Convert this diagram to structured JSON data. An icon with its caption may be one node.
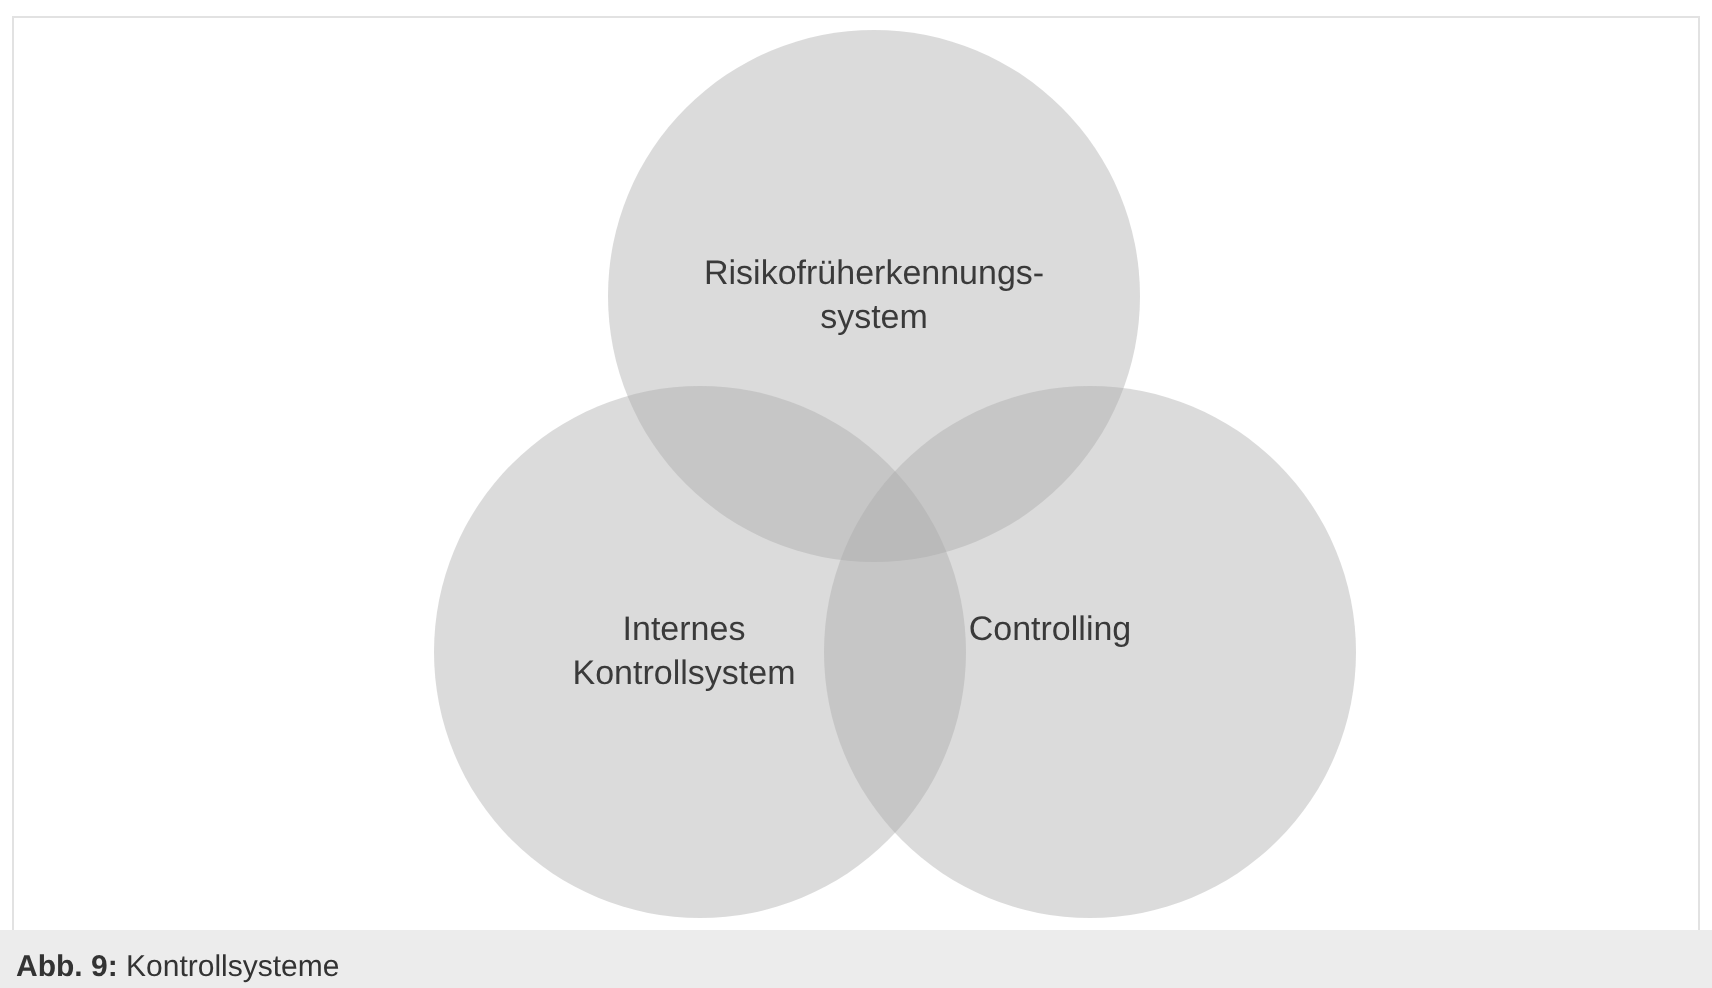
{
  "diagram": {
    "caption": "**Abb. 9:** Kontrollsysteme",
    "nodes": [
      {
        "text": [
          "Risikofrüherkennungs- system"
        ]
      },
      {
        "text": [
          "Internes Kontrollsystem"
        ]
      },
      {
        "text": [
          "Controlling"
        ]
      }
    ]
  }
}
